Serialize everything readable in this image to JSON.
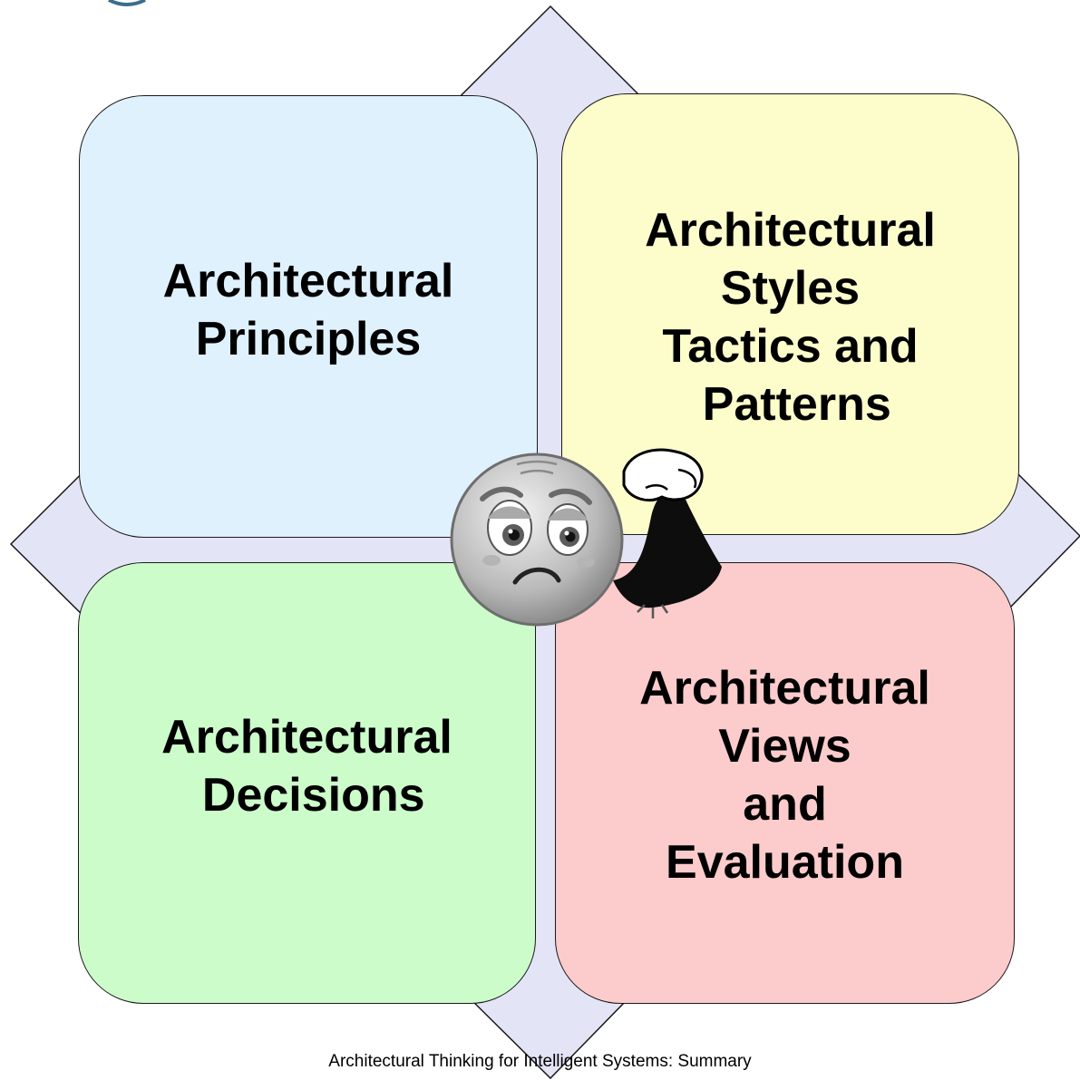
{
  "colors": {
    "diamond": "#e4e4f7",
    "principles": "#dff1fd",
    "styles": "#fdfccb",
    "decisions": "#cdfccb",
    "views": "#fccbcb"
  },
  "quadrants": {
    "principles": {
      "lines": [
        "Architectural",
        "Principles"
      ]
    },
    "styles": {
      "lines": [
        "Architectural",
        "Styles",
        "Tactics and",
        " Patterns"
      ]
    },
    "decisions": {
      "lines": [
        "Architectural",
        " Decisions"
      ]
    },
    "views": {
      "lines": [
        "Architectural",
        "Views",
        "and",
        "Evaluation"
      ]
    }
  },
  "mascot": {
    "icon": "worried-face-flexing-arm-icon"
  },
  "footer": {
    "text": "Architectural Thinking for Intelligent Systems: Summary"
  }
}
